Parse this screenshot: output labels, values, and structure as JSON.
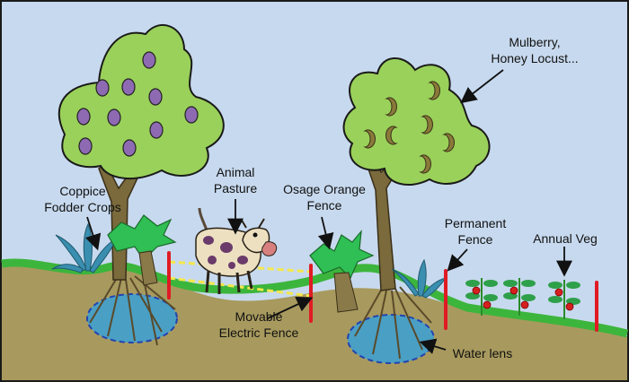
{
  "labels": {
    "mulberry": "Mulberry,\nHoney Locust...",
    "coppice": "Coppice\nFodder Crops",
    "animal_pasture": "Animal\nPasture",
    "osage_orange": "Osage Orange\nFence",
    "permanent_fence": "Permanent\nFence",
    "annual_veg": "Annual Veg",
    "movable_fence": "Movable\nElectric Fence",
    "water_lens": "Water lens"
  },
  "colors": {
    "sky": "#c7d9ee",
    "soil": "#a89a5e",
    "grass": "#3cb53c",
    "canopy": "#9ad15a",
    "fruit_purple": "#8e6ab3",
    "trunk": "#7a6a3c",
    "fence_post": "#e01b24",
    "electric_wire": "#f4e84a",
    "water": "#4a9fc4",
    "coppice_leaf": "#3a8fb0",
    "osage_leaf": "#2fbf54"
  }
}
